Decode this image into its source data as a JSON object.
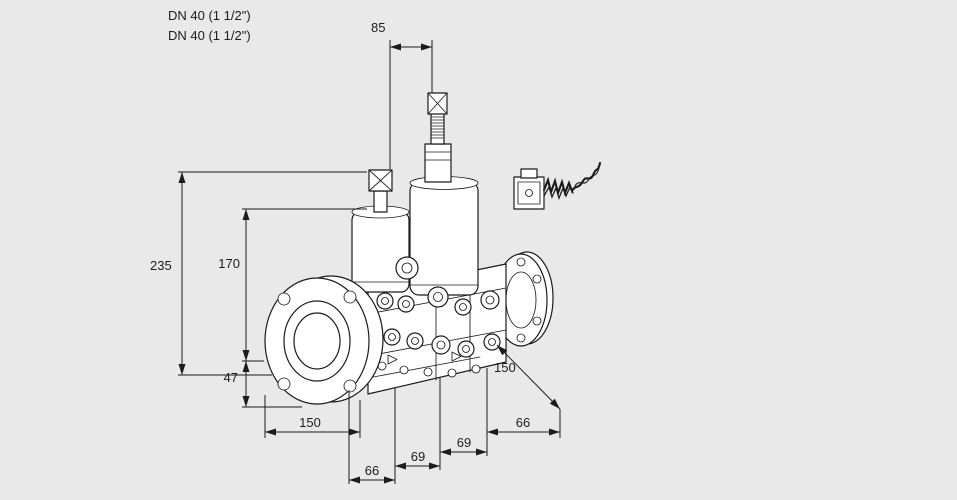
{
  "page": {
    "background_color": "#e9e9e9",
    "line_color": "#1c1c1c",
    "fill_color": "#ffffff"
  },
  "header": {
    "size_label_1": "DN 40 (1 1/2\")",
    "size_label_2": "DN 40 (1 1/2\")"
  },
  "dimensions": {
    "dim_85": "85",
    "dim_235": "235",
    "dim_170": "170",
    "dim_47": "47",
    "dim_150_left": "150",
    "dim_150_right": "150",
    "dim_66_left": "66",
    "dim_66_right": "66",
    "dim_69_left": "69",
    "dim_69_right": "69"
  }
}
